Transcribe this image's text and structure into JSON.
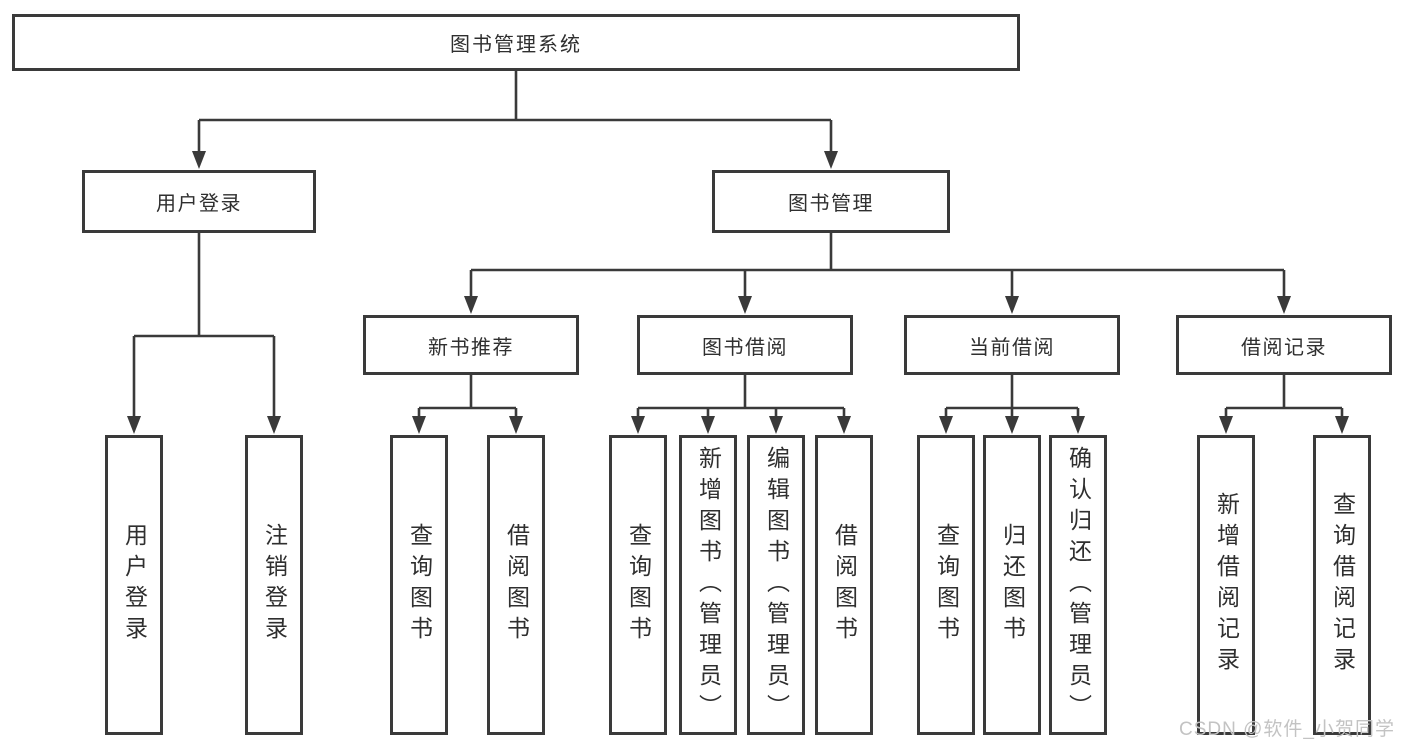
{
  "tree": {
    "root": {
      "label": "图书管理系统"
    },
    "branches": [
      {
        "label": "用户登录",
        "children": [
          {
            "label": "用户登录"
          },
          {
            "label": "注销登录"
          }
        ]
      },
      {
        "label": "图书管理",
        "children": [
          {
            "label": "新书推荐",
            "children": [
              {
                "label": "查询图书"
              },
              {
                "label": "借阅图书"
              }
            ]
          },
          {
            "label": "图书借阅",
            "children": [
              {
                "label": "查询图书"
              },
              {
                "label": "新增图书（管理员）"
              },
              {
                "label": "编辑图书（管理员）"
              },
              {
                "label": "借阅图书"
              }
            ]
          },
          {
            "label": "当前借阅",
            "children": [
              {
                "label": "查询图书"
              },
              {
                "label": "归还图书"
              },
              {
                "label": "确认归还（管理员）"
              }
            ]
          },
          {
            "label": "借阅记录",
            "children": [
              {
                "label": "新增借阅记录"
              },
              {
                "label": "查询借阅记录"
              }
            ]
          }
        ]
      }
    ]
  },
  "watermark": {
    "text": "CSDN @软件_小贺同学"
  },
  "colors": {
    "line": "#3a3a3a",
    "text": "#2f2f2f",
    "background": "#ffffff",
    "watermark": "#c3c3c3"
  }
}
